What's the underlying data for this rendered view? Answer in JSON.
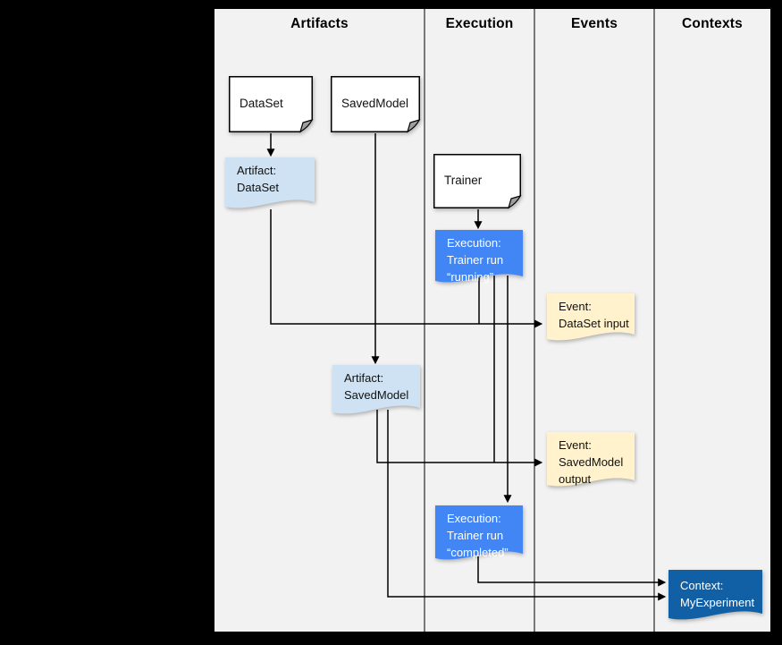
{
  "columns": [
    "Artifacts",
    "Execution",
    "Events",
    "Contexts"
  ],
  "colors": {
    "canvas_bg": "#f2f2f2",
    "sheet_fill": "#ffffff",
    "artifact_fill": "#cfe2f3",
    "execution_fill": "#4285f4",
    "event_fill": "#fff2cc",
    "context_fill": "#1160a5",
    "line": "#000000",
    "fold_fill": "#9e9e9e"
  },
  "nodes": [
    {
      "id": "dataset",
      "kind": "sheet",
      "label": "DataSet"
    },
    {
      "id": "savedmodel",
      "kind": "sheet",
      "label": "SavedModel"
    },
    {
      "id": "trainer",
      "kind": "sheet",
      "label": "Trainer"
    },
    {
      "id": "artifact-dataset",
      "kind": "document",
      "fill": "artifact_fill",
      "label": "Artifact:\nDataSet"
    },
    {
      "id": "execution-running",
      "kind": "document",
      "fill": "execution_fill",
      "label": "Execution:\nTrainer run\n“running”"
    },
    {
      "id": "event-dataset-input",
      "kind": "document",
      "fill": "event_fill",
      "label": "Event:\nDataSet input"
    },
    {
      "id": "artifact-savedmodel",
      "kind": "document",
      "fill": "artifact_fill",
      "label": "Artifact:\nSavedModel"
    },
    {
      "id": "event-savedmodel-output",
      "kind": "document",
      "fill": "event_fill",
      "label": "Event:\nSavedModel\noutput"
    },
    {
      "id": "execution-completed",
      "kind": "document",
      "fill": "execution_fill",
      "label": "Execution:\nTrainer run\n“completed”"
    },
    {
      "id": "context-myexperiment",
      "kind": "document",
      "fill": "context_fill",
      "label": "Context:\nMyExperiment"
    }
  ],
  "edges": [
    {
      "from": "dataset",
      "to": "artifact-dataset"
    },
    {
      "from": "savedmodel",
      "to": "artifact-savedmodel"
    },
    {
      "from": "trainer",
      "to": "execution-running"
    },
    {
      "from": "artifact-dataset",
      "to": "event-dataset-input"
    },
    {
      "from": "execution-running",
      "to": "event-dataset-input"
    },
    {
      "from": "artifact-savedmodel",
      "to": "event-savedmodel-output"
    },
    {
      "from": "execution-running",
      "to": "event-savedmodel-output"
    },
    {
      "from": "execution-running",
      "to": "execution-completed"
    },
    {
      "from": "execution-completed",
      "to": "context-myexperiment"
    },
    {
      "from": "artifact-savedmodel",
      "to": "context-myexperiment"
    }
  ]
}
